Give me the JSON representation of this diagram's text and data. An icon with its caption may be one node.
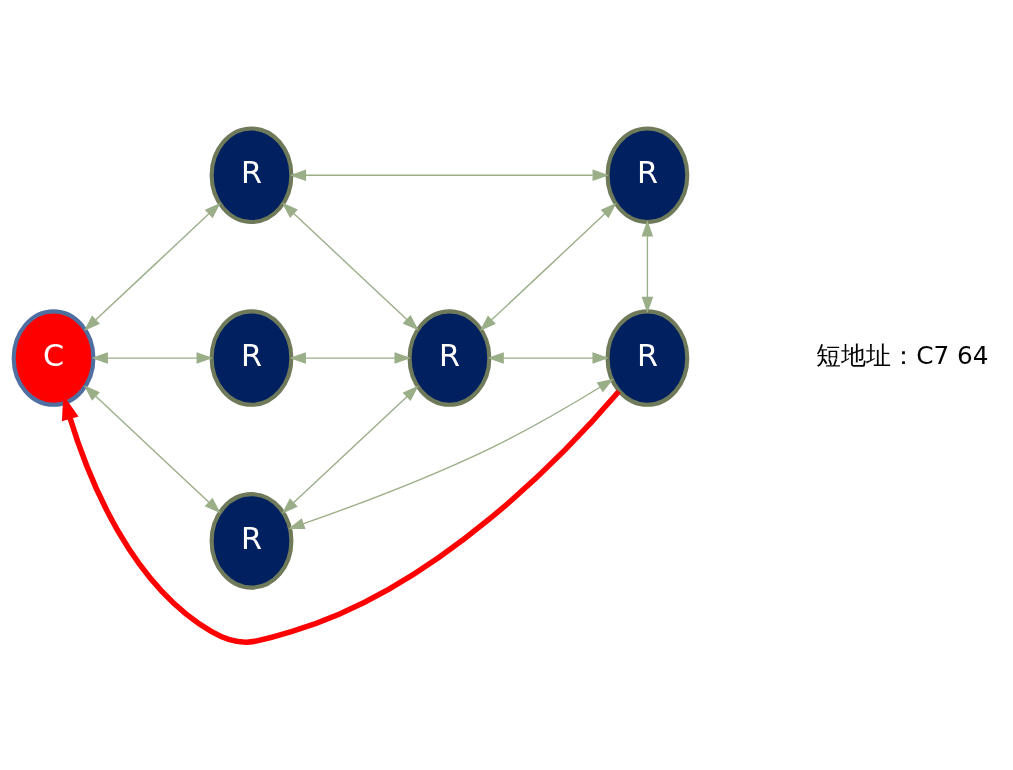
{
  "diagram": {
    "nodes": [
      {
        "text": [
          "C"
        ]
      },
      {
        "text": [
          "R"
        ]
      },
      {
        "text": [
          "R"
        ]
      },
      {
        "text": [
          "R"
        ]
      },
      {
        "text": [
          "R"
        ]
      },
      {
        "text": [
          "R"
        ]
      },
      {
        "text": [
          "R"
        ]
      }
    ],
    "edges": [
      {
        "from": 0,
        "to": 1,
        "arrow": "both"
      },
      {
        "from": 1,
        "to": 2,
        "arrow": "both"
      },
      {
        "from": 1,
        "to": 4,
        "arrow": "both"
      },
      {
        "from": 2,
        "to": 4,
        "arrow": "both"
      },
      {
        "from": 2,
        "to": 6,
        "arrow": "both"
      },
      {
        "from": 0,
        "to": 3,
        "arrow": "both"
      },
      {
        "from": 3,
        "to": 4,
        "arrow": "both"
      },
      {
        "from": 4,
        "to": 5,
        "arrow": "both"
      },
      {
        "from": 4,
        "to": 6,
        "arrow": "both"
      },
      {
        "from": 0,
        "to": 5,
        "arrow": "both"
      },
      {
        "from": 5,
        "to": 6,
        "arrow": "both"
      },
      {
        "from": 6,
        "to": 0,
        "arrow": "to",
        "style": "thick",
        "color": "#ff0000"
      }
    ],
    "labels": [
      "短地址：C7 64"
    ]
  }
}
